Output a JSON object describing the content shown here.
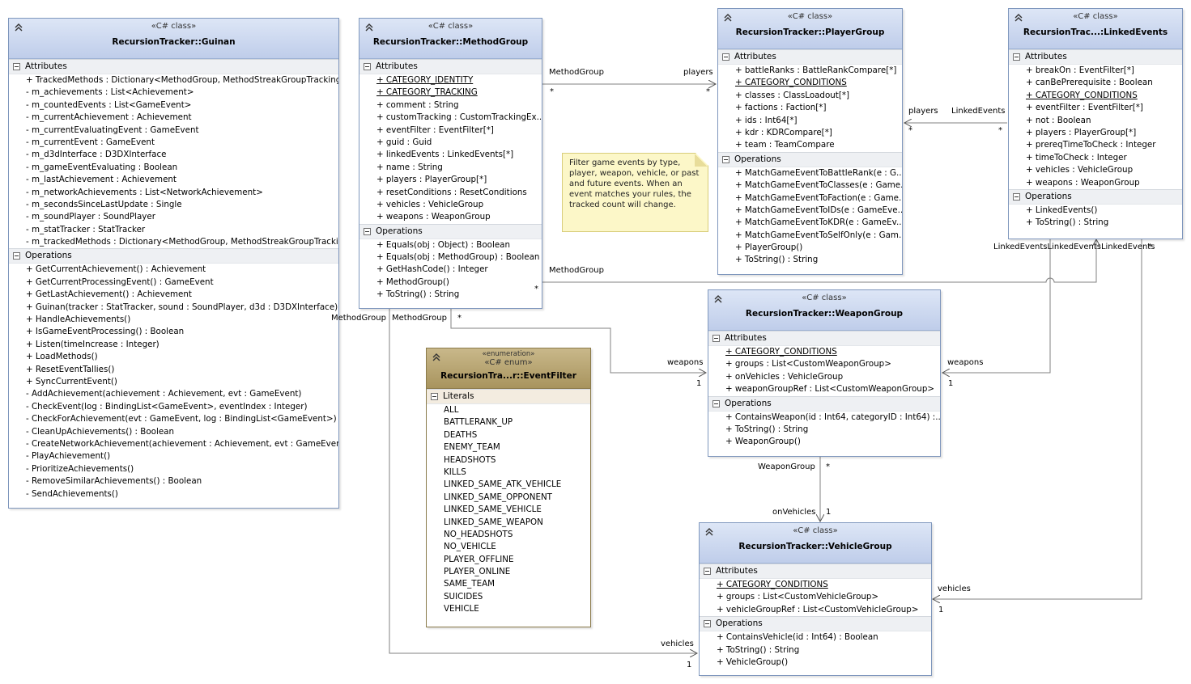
{
  "classes": {
    "guinan": {
      "stereotype": "«C# class»",
      "name": "RecursionTracker::Guinan",
      "attr_title": "Attributes",
      "ops_title": "Operations",
      "attributes": [
        {
          "text": "+ TrackedMethods : Dictionary<MethodGroup, MethodStreakGroupTracking>",
          "u": false
        },
        {
          "text": "- m_achievements : List<Achievement>",
          "u": false
        },
        {
          "text": "- m_countedEvents : List<GameEvent>",
          "u": false
        },
        {
          "text": "- m_currentAchievement : Achievement",
          "u": false
        },
        {
          "text": "- m_currentEvaluatingEvent : GameEvent",
          "u": false
        },
        {
          "text": "- m_currentEvent : GameEvent",
          "u": false
        },
        {
          "text": "- m_d3dInterface : D3DXInterface",
          "u": false
        },
        {
          "text": "- m_gameEventEvaluating : Boolean",
          "u": false
        },
        {
          "text": "- m_lastAchievement : Achievement",
          "u": false
        },
        {
          "text": "- m_networkAchievements : List<NetworkAchievement>",
          "u": false
        },
        {
          "text": "- m_secondsSinceLastUpdate : Single",
          "u": false
        },
        {
          "text": "- m_soundPlayer : SoundPlayer",
          "u": false
        },
        {
          "text": "- m_statTracker : StatTracker",
          "u": false
        },
        {
          "text": "- m_trackedMethods : Dictionary<MethodGroup, MethodStreakGroupTrackin...",
          "u": false
        }
      ],
      "operations": [
        {
          "text": "+ GetCurrentAchievement() : Achievement",
          "u": false
        },
        {
          "text": "+ GetCurrentProcessingEvent() : GameEvent",
          "u": false
        },
        {
          "text": "+ GetLastAchievement() : Achievement",
          "u": false
        },
        {
          "text": "+ Guinan(tracker : StatTracker, sound : SoundPlayer, d3d : D3DXInterface)",
          "u": false
        },
        {
          "text": "+ HandleAchievements()",
          "u": false
        },
        {
          "text": "+ IsGameEventProcessing() : Boolean",
          "u": false
        },
        {
          "text": "+ Listen(timeIncrease : Integer)",
          "u": false
        },
        {
          "text": "+ LoadMethods()",
          "u": false
        },
        {
          "text": "+ ResetEventTallies()",
          "u": false
        },
        {
          "text": "+ SyncCurrentEvent()",
          "u": false
        },
        {
          "text": "- AddAchievement(achievement : Achievement, evt : GameEvent)",
          "u": false
        },
        {
          "text": "- CheckEvent(log : BindingList<GameEvent>, eventIndex : Integer)",
          "u": false
        },
        {
          "text": "- CheckForAchievement(evt : GameEvent, log : BindingList<GameEvent>)",
          "u": false
        },
        {
          "text": "- CleanUpAchievements() : Boolean",
          "u": false
        },
        {
          "text": "- CreateNetworkAchievement(achievement : Achievement, evt : GameEvent)",
          "u": false
        },
        {
          "text": "- PlayAchievement()",
          "u": false
        },
        {
          "text": "- PrioritizeAchievements()",
          "u": false
        },
        {
          "text": "- RemoveSimilarAchievements() : Boolean",
          "u": false
        },
        {
          "text": "- SendAchievements()",
          "u": false
        }
      ]
    },
    "methodgroup": {
      "stereotype": "«C# class»",
      "name": "RecursionTracker::MethodGroup",
      "attr_title": "Attributes",
      "ops_title": "Operations",
      "attributes": [
        {
          "text": "+ CATEGORY_IDENTITY",
          "u": true
        },
        {
          "text": "+ CATEGORY_TRACKING",
          "u": true
        },
        {
          "text": "+ comment : String",
          "u": false
        },
        {
          "text": "+ customTracking : CustomTrackingEx...",
          "u": false
        },
        {
          "text": "+ eventFilter : EventFilter[*]",
          "u": false
        },
        {
          "text": "+ guid : Guid",
          "u": false
        },
        {
          "text": "+ linkedEvents : LinkedEvents[*]",
          "u": false
        },
        {
          "text": "+ name : String",
          "u": false
        },
        {
          "text": "+ players : PlayerGroup[*]",
          "u": false
        },
        {
          "text": "+ resetConditions : ResetConditions",
          "u": false
        },
        {
          "text": "+ vehicles : VehicleGroup",
          "u": false
        },
        {
          "text": "+ weapons : WeaponGroup",
          "u": false
        }
      ],
      "operations": [
        {
          "text": "+ Equals(obj : Object) : Boolean",
          "u": false
        },
        {
          "text": "+ Equals(obj : MethodGroup) : Boolean",
          "u": false
        },
        {
          "text": "+ GetHashCode() : Integer",
          "u": false
        },
        {
          "text": "+ MethodGroup()",
          "u": false
        },
        {
          "text": "+ ToString() : String",
          "u": false
        }
      ]
    },
    "playergroup": {
      "stereotype": "«C# class»",
      "name": "RecursionTracker::PlayerGroup",
      "attr_title": "Attributes",
      "ops_title": "Operations",
      "attributes": [
        {
          "text": "+ battleRanks : BattleRankCompare[*]",
          "u": false
        },
        {
          "text": "+ CATEGORY_CONDITIONS",
          "u": true
        },
        {
          "text": "+ classes : ClassLoadout[*]",
          "u": false
        },
        {
          "text": "+ factions : Faction[*]",
          "u": false
        },
        {
          "text": "+ ids : Int64[*]",
          "u": false
        },
        {
          "text": "+ kdr : KDRCompare[*]",
          "u": false
        },
        {
          "text": "+ team : TeamCompare",
          "u": false
        }
      ],
      "operations": [
        {
          "text": "+ MatchGameEventToBattleRank(e : G...",
          "u": false
        },
        {
          "text": "+ MatchGameEventToClasses(e : Game...",
          "u": false
        },
        {
          "text": "+ MatchGameEventToFaction(e : Game...",
          "u": false
        },
        {
          "text": "+ MatchGameEventToIDs(e : GameEve...",
          "u": false
        },
        {
          "text": "+ MatchGameEventToKDR(e : GameEv...",
          "u": false
        },
        {
          "text": "+ MatchGameEventToSelfOnly(e : Gam...",
          "u": false
        },
        {
          "text": "+ PlayerGroup()",
          "u": false
        },
        {
          "text": "+ ToString() : String",
          "u": false
        }
      ]
    },
    "linkedevents": {
      "stereotype": "«C# class»",
      "name": "RecursionTrac...:LinkedEvents",
      "attr_title": "Attributes",
      "ops_title": "Operations",
      "attributes": [
        {
          "text": "+ breakOn : EventFilter[*]",
          "u": false
        },
        {
          "text": "+ canBePrerequisite : Boolean",
          "u": false
        },
        {
          "text": "+ CATEGORY_CONDITIONS",
          "u": true
        },
        {
          "text": "+ eventFilter : EventFilter[*]",
          "u": false
        },
        {
          "text": "+ not : Boolean",
          "u": false
        },
        {
          "text": "+ players : PlayerGroup[*]",
          "u": false
        },
        {
          "text": "+ prereqTimeToCheck : Integer",
          "u": false
        },
        {
          "text": "+ timeToCheck : Integer",
          "u": false
        },
        {
          "text": "+ vehicles : VehicleGroup",
          "u": false
        },
        {
          "text": "+ weapons : WeaponGroup",
          "u": false
        }
      ],
      "operations": [
        {
          "text": "+ LinkedEvents()",
          "u": false
        },
        {
          "text": "+ ToString() : String",
          "u": false
        }
      ]
    },
    "weapongroup": {
      "stereotype": "«C# class»",
      "name": "RecursionTracker::WeaponGroup",
      "attr_title": "Attributes",
      "ops_title": "Operations",
      "attributes": [
        {
          "text": "+ CATEGORY_CONDITIONS",
          "u": true
        },
        {
          "text": "+ groups : List<CustomWeaponGroup>",
          "u": false
        },
        {
          "text": "+ onVehicles : VehicleGroup",
          "u": false
        },
        {
          "text": "+ weaponGroupRef : List<CustomWeaponGroup>",
          "u": false
        }
      ],
      "operations": [
        {
          "text": "+ ContainsWeapon(id : Int64, categoryID : Int64) :...",
          "u": false
        },
        {
          "text": "+ ToString() : String",
          "u": false
        },
        {
          "text": "+ WeaponGroup()",
          "u": false
        }
      ]
    },
    "vehiclegroup": {
      "stereotype": "«C# class»",
      "name": "RecursionTracker::VehicleGroup",
      "attr_title": "Attributes",
      "ops_title": "Operations",
      "attributes": [
        {
          "text": "+ CATEGORY_CONDITIONS",
          "u": true
        },
        {
          "text": "+ groups : List<CustomVehicleGroup>",
          "u": false
        },
        {
          "text": "+ vehicleGroupRef : List<CustomVehicleGroup>",
          "u": false
        }
      ],
      "operations": [
        {
          "text": "+ ContainsVehicle(id : Int64) : Boolean",
          "u": false
        },
        {
          "text": "+ ToString() : String",
          "u": false
        },
        {
          "text": "+ VehicleGroup()",
          "u": false
        }
      ]
    }
  },
  "enum_eventfilter": {
    "stereotype_small": "«enumeration»",
    "stereotype": "«C# enum»",
    "name": "RecursionTra...r::EventFilter",
    "literals_title": "Literals",
    "literals": [
      "ALL",
      "BATTLERANK_UP",
      "DEATHS",
      "ENEMY_TEAM",
      "HEADSHOTS",
      "KILLS",
      "LINKED_SAME_ATK_VEHICLE",
      "LINKED_SAME_OPPONENT",
      "LINKED_SAME_VEHICLE",
      "LINKED_SAME_WEAPON",
      "NO_HEADSHOTS",
      "NO_VEHICLE",
      "PLAYER_OFFLINE",
      "PLAYER_ONLINE",
      "SAME_TEAM",
      "SUICIDES",
      "VEHICLE"
    ]
  },
  "note": {
    "text": "Filter game events by type, player, weapon, vehicle, or past and future events. When an event matches your rules, the tracked count will change."
  },
  "edge_labels": {
    "mg_pg_src": "MethodGroup",
    "mg_pg_src_mult": "*",
    "mg_pg_tgt": "players",
    "mg_pg_tgt_mult": "*",
    "le_pg_src": "LinkedEvents",
    "le_pg_src_mult": "*",
    "le_pg_tgt": "players",
    "le_pg_tgt_mult": "*",
    "mg_le_src": "MethodGroup",
    "mg_le_src_mult": "*",
    "le_bottom": "LinkedEventsLinkedEventsLinkedEvents",
    "le_right_mult": "*",
    "mg_left_a": "MethodGroup",
    "mg_left_b": "MethodGroup",
    "mg_left_mult": "*",
    "wg_weapons_l": "weapons",
    "wg_weapons_l_mult": "1",
    "wg_weapons_r": "weapons",
    "wg_weapons_r_mult": "1",
    "wg_vg_src": "WeaponGroup",
    "wg_vg_src_mult": "*",
    "wg_vg_tgt": "onVehicles",
    "wg_vg_tgt_mult": "1",
    "vg_vehicles_r": "vehicles",
    "vg_vehicles_r_mult": "1",
    "vg_vehicles_l": "vehicles",
    "vg_vehicles_l_mult": "1"
  }
}
